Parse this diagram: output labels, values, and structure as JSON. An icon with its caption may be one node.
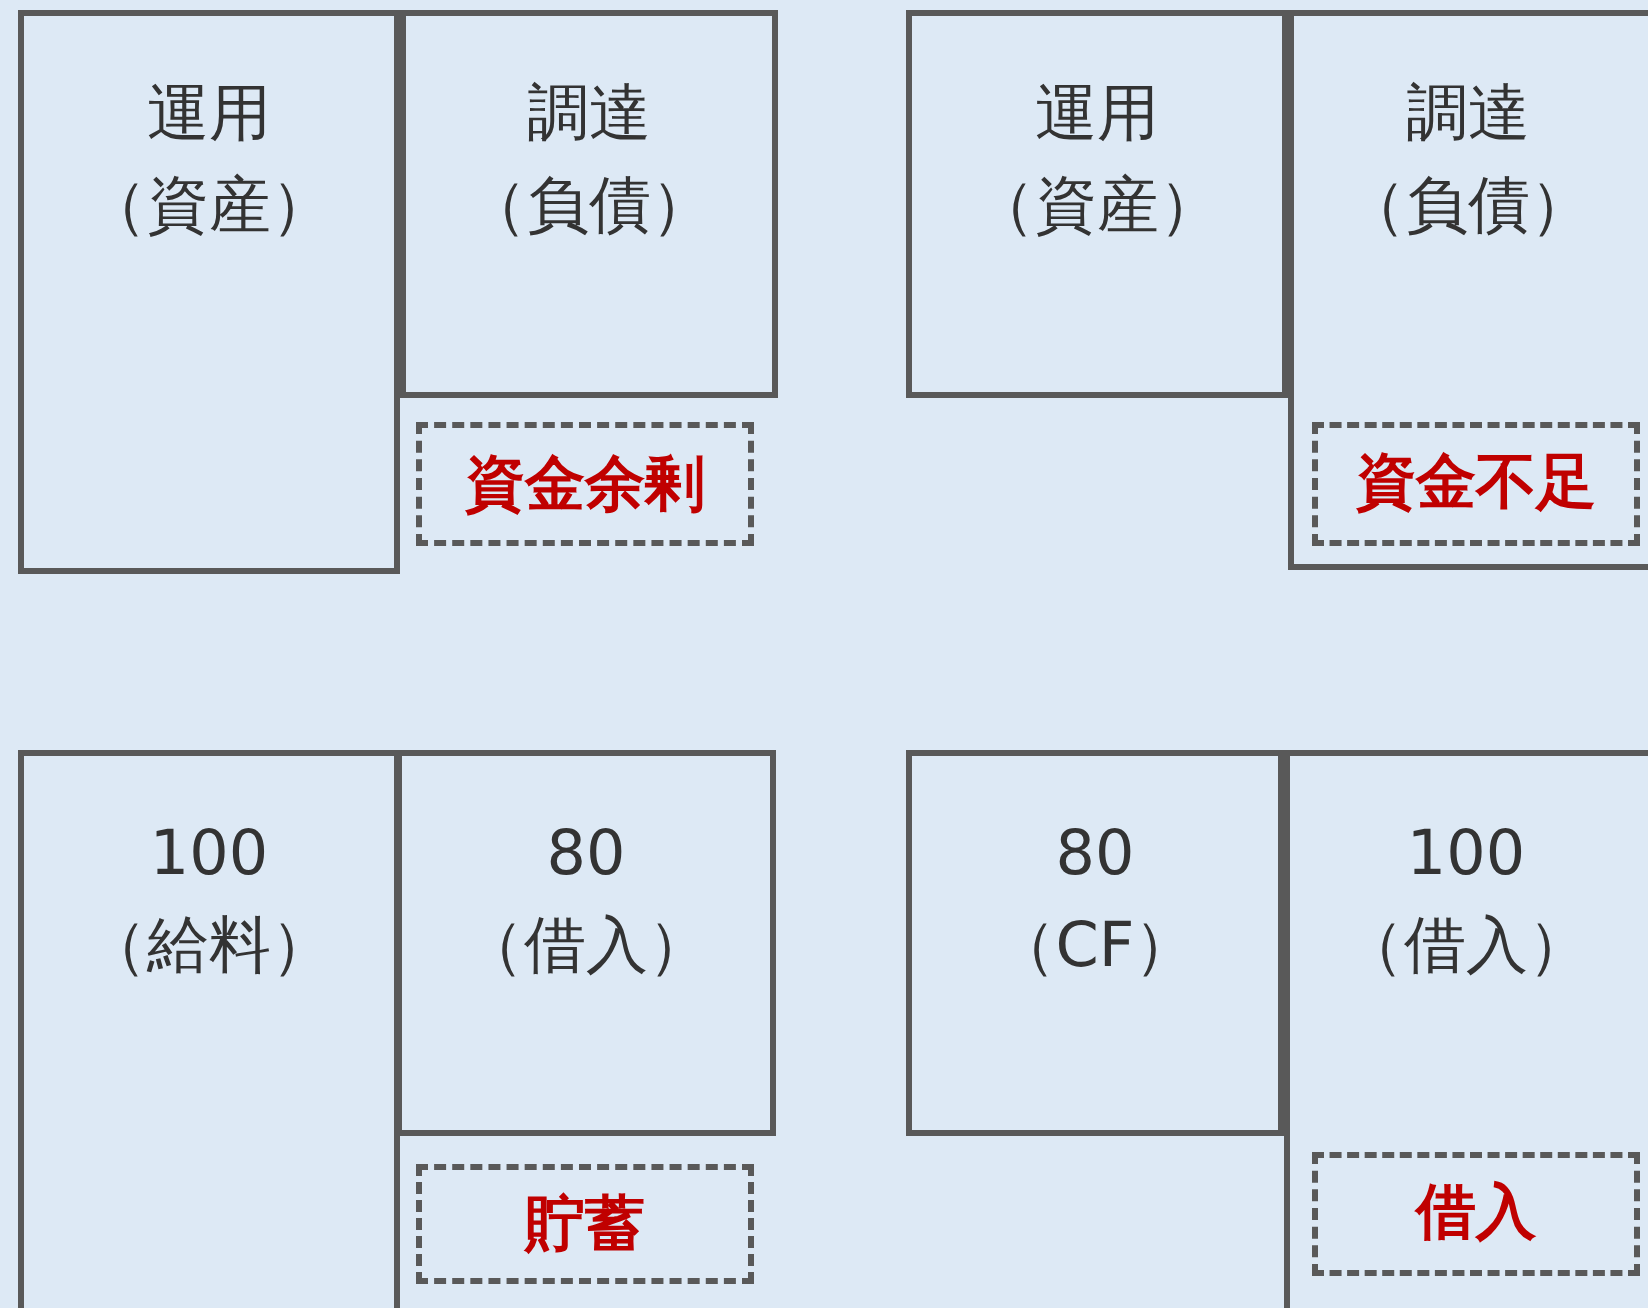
{
  "diagram": {
    "nodes": [
      {
        "text": [
          "運用",
          "（資産）"
        ]
      },
      {
        "text": [
          "調達",
          "（負債）"
        ]
      },
      {
        "text": [
          "資金余剰"
        ]
      },
      {
        "text": [
          "運用",
          "（資産）"
        ]
      },
      {
        "text": [
          "調達",
          "（負債）"
        ]
      },
      {
        "text": [
          "資金不足"
        ],
        "in": 4
      },
      {
        "text": [
          "100",
          "（給料）"
        ]
      },
      {
        "text": [
          "80",
          "（借入）"
        ]
      },
      {
        "text": [
          "貯蓄"
        ]
      },
      {
        "text": [
          "80",
          "（CF）"
        ]
      },
      {
        "text": [
          "100",
          "（借入）"
        ]
      },
      {
        "text": [
          "借入"
        ],
        "in": 10
      }
    ]
  }
}
